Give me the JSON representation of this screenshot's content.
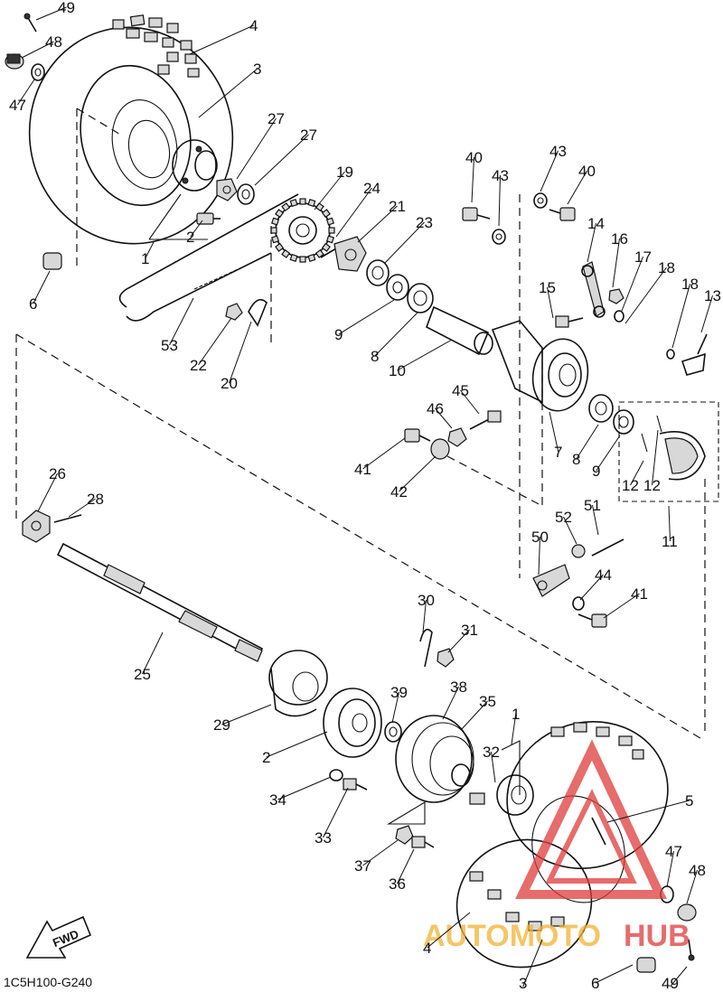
{
  "diagram": {
    "code": "1C5H100-G240",
    "fwd_label": "FWD",
    "watermark": {
      "part1": "AUTOMOTO",
      "part2": "HUB"
    },
    "callouts": [
      {
        "num": "49"
      },
      {
        "num": "48"
      },
      {
        "num": "47"
      },
      {
        "num": "4"
      },
      {
        "num": "3"
      },
      {
        "num": "27"
      },
      {
        "num": "27"
      },
      {
        "num": "2"
      },
      {
        "num": "1"
      },
      {
        "num": "6"
      },
      {
        "num": "19"
      },
      {
        "num": "24"
      },
      {
        "num": "21"
      },
      {
        "num": "23"
      },
      {
        "num": "40"
      },
      {
        "num": "43"
      },
      {
        "num": "43"
      },
      {
        "num": "40"
      },
      {
        "num": "14"
      },
      {
        "num": "16"
      },
      {
        "num": "17"
      },
      {
        "num": "18"
      },
      {
        "num": "18"
      },
      {
        "num": "13"
      },
      {
        "num": "15"
      },
      {
        "num": "9"
      },
      {
        "num": "8"
      },
      {
        "num": "10"
      },
      {
        "num": "53"
      },
      {
        "num": "22"
      },
      {
        "num": "20"
      },
      {
        "num": "45"
      },
      {
        "num": "46"
      },
      {
        "num": "41"
      },
      {
        "num": "42"
      },
      {
        "num": "7"
      },
      {
        "num": "8"
      },
      {
        "num": "9"
      },
      {
        "num": "12"
      },
      {
        "num": "12"
      },
      {
        "num": "11"
      },
      {
        "num": "26"
      },
      {
        "num": "28"
      },
      {
        "num": "52"
      },
      {
        "num": "51"
      },
      {
        "num": "50"
      },
      {
        "num": "44"
      },
      {
        "num": "41"
      },
      {
        "num": "30"
      },
      {
        "num": "31"
      },
      {
        "num": "25"
      },
      {
        "num": "29"
      },
      {
        "num": "39"
      },
      {
        "num": "38"
      },
      {
        "num": "35"
      },
      {
        "num": "1"
      },
      {
        "num": "32"
      },
      {
        "num": "2"
      },
      {
        "num": "34"
      },
      {
        "num": "33"
      },
      {
        "num": "5"
      },
      {
        "num": "37"
      },
      {
        "num": "36"
      },
      {
        "num": "47"
      },
      {
        "num": "48"
      },
      {
        "num": "4"
      },
      {
        "num": "3"
      },
      {
        "num": "6"
      },
      {
        "num": "49"
      }
    ],
    "colors": {
      "line": "#111111",
      "watermark_orange": "#f2b233",
      "watermark_red": "#e03c3c"
    }
  }
}
